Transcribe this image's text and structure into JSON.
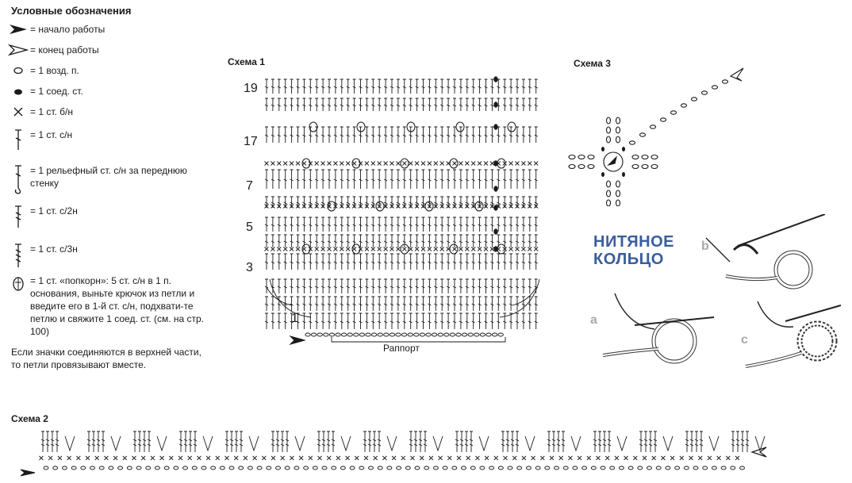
{
  "legend": {
    "title": "Условные обозначения",
    "items": [
      {
        "icon": "start-arrow-icon",
        "text": "= начало работы"
      },
      {
        "icon": "end-arrow-icon",
        "text": "= конец работы"
      },
      {
        "icon": "chain-stitch-icon",
        "text": "= 1 возд. п."
      },
      {
        "icon": "slip-stitch-icon",
        "text": "= 1 соед. ст."
      },
      {
        "icon": "single-crochet-icon",
        "text": "= 1 ст. б/н"
      },
      {
        "icon": "double-crochet-icon",
        "text": "= 1 ст. с/н"
      },
      {
        "icon": "front-post-dc-icon",
        "text": "= 1 рельефный ст. с/н за переднюю стенку"
      },
      {
        "icon": "treble-crochet-icon",
        "text": "= 1 ст. с/2н"
      },
      {
        "icon": "double-treble-icon",
        "text": "= 1 ст. с/3н"
      },
      {
        "icon": "popcorn-icon",
        "text": "= 1 ст. «попкорн»: 5 ст. с/н в 1 п. основания, выньте крючок из петли и введите его в 1-й ст. с/н, подхвати-те петлю и свяжите 1 соед. ст. (см. на стр. 100)"
      }
    ],
    "note": "Если значки соединяются в верхней части, то петли провязывают вместе."
  },
  "scheme1": {
    "title": "Схема 1",
    "row_numbers": [
      "19",
      "17",
      "7",
      "5",
      "3",
      "1"
    ],
    "rapport_label": "Раппорт"
  },
  "scheme2": {
    "title": "Схема 2"
  },
  "scheme3": {
    "title": "Схема 3"
  },
  "thread_ring": {
    "title_line1": "НИТЯНОЕ",
    "title_line2": "КОЛЬЦО",
    "steps": [
      "a",
      "b",
      "c"
    ]
  },
  "colors": {
    "ink": "#1a1a1a",
    "ring_title": "#3a5d9e",
    "step_letters": "#a9a9a9"
  }
}
